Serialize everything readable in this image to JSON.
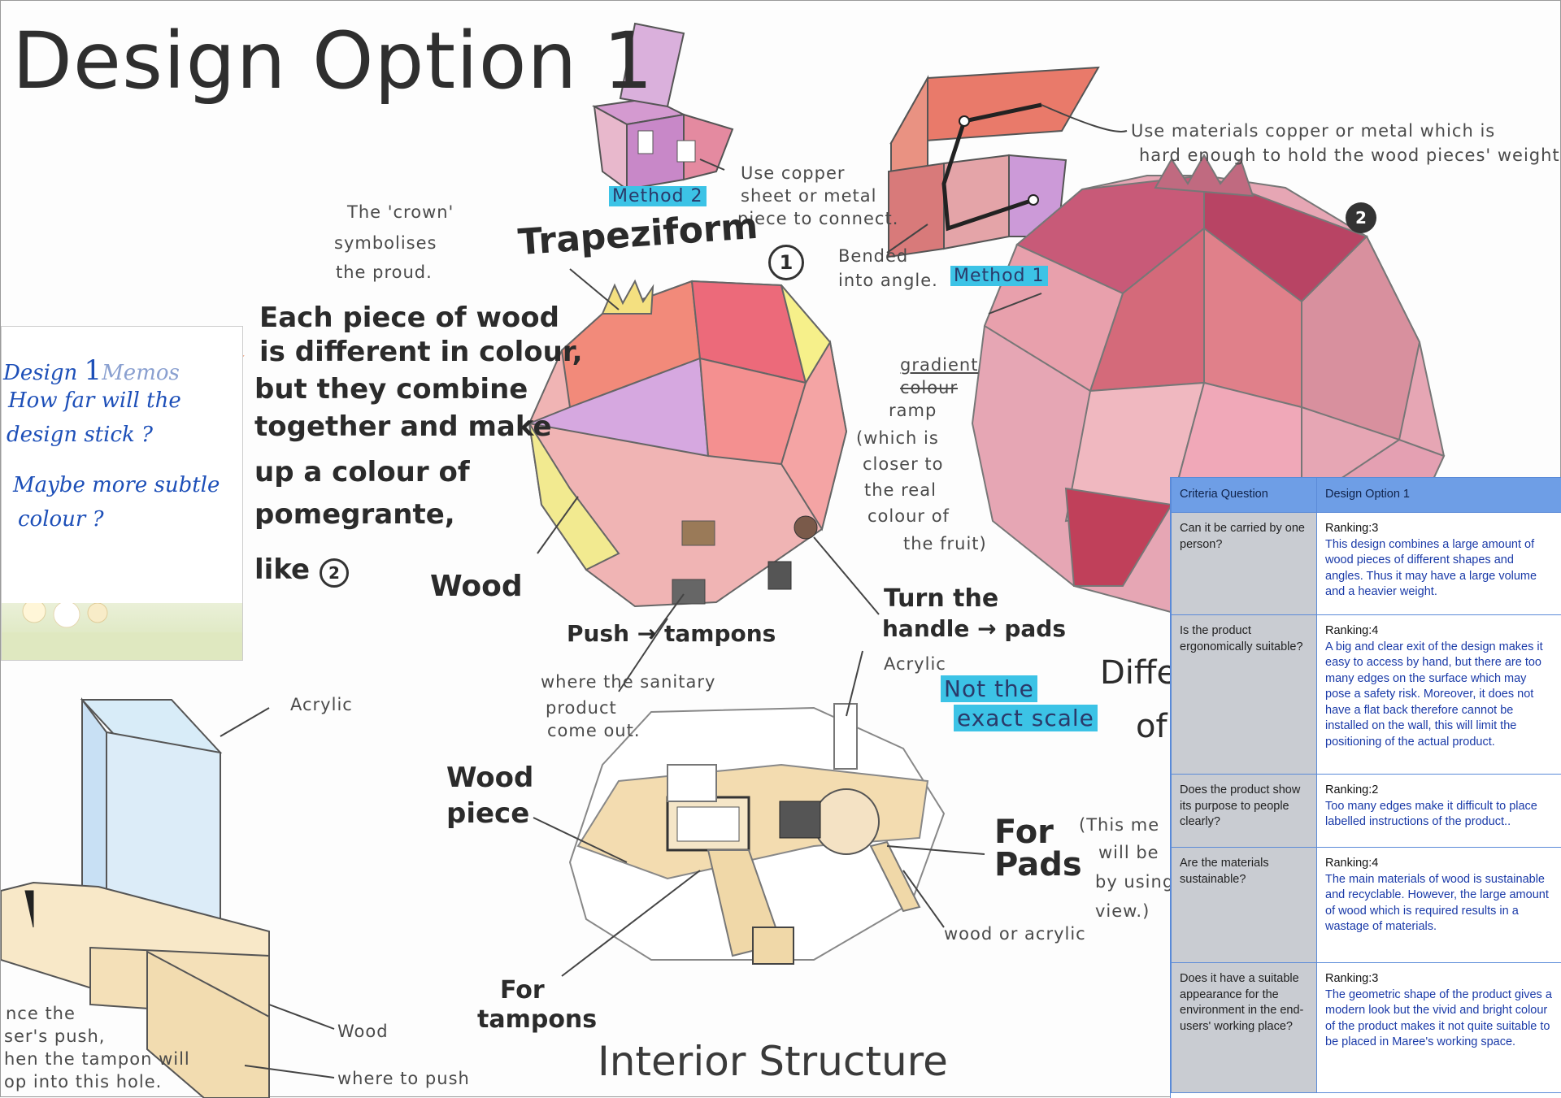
{
  "title": "Design Option 1",
  "labels": {
    "method2": "Method 2",
    "method1": "Method 1",
    "copper_note": [
      "Use copper",
      "sheet or metal",
      "piece to connect."
    ],
    "materials_note": [
      "Use materials copper or metal which is",
      "hard enough to hold the wood pieces' weight."
    ],
    "bended_note": [
      "Bended",
      "into angle."
    ],
    "crown_note": [
      "The 'crown'",
      "symbolises",
      "the proud."
    ],
    "trapeziform": "Trapeziform",
    "circle_one": "1",
    "circle_two": "2",
    "wood_desc": [
      "Each piece of wood",
      "is different in colour,",
      "but they combine",
      "together and make",
      "up a colour of",
      "pomegrante,",
      "like"
    ],
    "gradient_note": [
      "gradient",
      "colour",
      "ramp",
      "(which is",
      "closer to",
      "the real",
      "colour of",
      "the fruit)"
    ],
    "wood": "Wood",
    "push_tampons": "Push → tampons",
    "turn_handle": [
      "Turn the",
      "handle → pads"
    ],
    "sanitary_note": [
      "where the sanitary",
      "product",
      "come out."
    ],
    "acrylic_top": "Acrylic",
    "not_exact": [
      "Not the",
      "exact scale"
    ],
    "diff": [
      "Diffe",
      "of"
    ],
    "acrylic_left": "Acrylic",
    "wood_piece": [
      "Wood",
      "piece"
    ],
    "for_pads": [
      "For",
      "Pads"
    ],
    "this_method_note": [
      "(This me",
      "will be",
      "by using",
      "view.)"
    ],
    "wood_or_acrylic": "wood or acrylic",
    "for_tampons": [
      "For",
      "tampons"
    ],
    "interior_structure": "Interior Structure",
    "wood_bottom": "Wood",
    "where_to_push": "where to push",
    "push_note": [
      "nce the",
      "ser's push,",
      "hen the tampon will",
      "op into this hole."
    ]
  },
  "memo": {
    "heading_a": "Design",
    "heading_b": "1",
    "heading_c": "Memos",
    "line1": "How far will the",
    "line2": "design stick ?",
    "line3": "Maybe more subtle",
    "line4": "colour ?"
  },
  "table": {
    "headers": [
      "Criteria Question",
      "Design Option 1"
    ],
    "rows": [
      {
        "question": "Can it be carried by one person?",
        "ranking": "Ranking:3",
        "answer": "This design combines a large amount of wood pieces of different shapes and angles. Thus it may have a large volume and a heavier weight."
      },
      {
        "question": "Is the product ergonomically suitable?",
        "ranking": "Ranking:4",
        "answer": "A big and clear exit of the design makes it easy to access by hand, but there are too many edges on the surface which may pose a safety risk. Moreover, it does not have a flat back therefore cannot be installed on the wall, this will limit the positioning of the actual product."
      },
      {
        "question": "Does the product show its purpose to people clearly?",
        "ranking": "Ranking:2",
        "answer": "Too many edges make it difficult to place labelled instructions of the product.."
      },
      {
        "question": "Are the materials sustainable?",
        "ranking": "Ranking:4",
        "answer": "The main materials of wood is sustainable and recyclable. However, the large amount of wood which is required results in a wastage of materials."
      },
      {
        "question": "Does it have a suitable appearance for the environment in the end-users' working place?",
        "ranking": "Ranking:3",
        "answer": "The geometric shape of the product gives a modern look but the vivid and bright colour of the product makes it not quite suitable to be placed in Maree's working space."
      }
    ]
  },
  "colors": {
    "highlight": "#3cc3e6",
    "table_header": "#6e9ee6",
    "answer_text": "#1a3aa8",
    "question_bg": "#c9ccd2"
  }
}
